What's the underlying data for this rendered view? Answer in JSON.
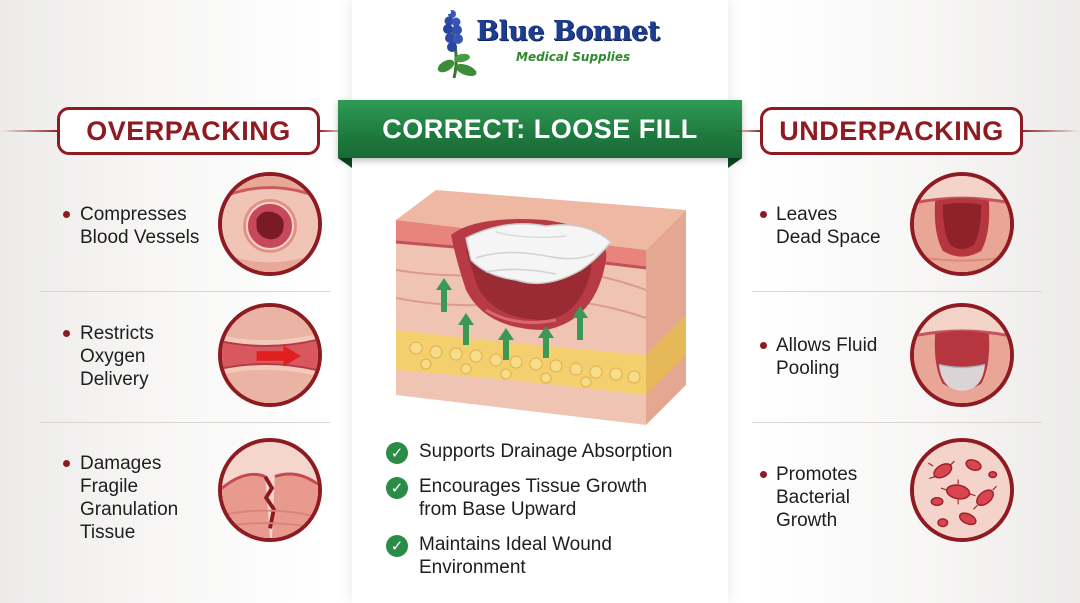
{
  "logo": {
    "title": "Blue Bonnet",
    "subtitle": "Medical Supplies"
  },
  "overpacking": {
    "heading": "OVERPACKING",
    "items": [
      {
        "lines": [
          "Compresses",
          "Blood Vessels"
        ],
        "icon": "compressed-vessel-icon"
      },
      {
        "lines": [
          "Restricts",
          "Oxygen",
          "Delivery"
        ],
        "icon": "restricted-flow-icon"
      },
      {
        "lines": [
          "Damages",
          "Fragile",
          "Granulation",
          "Tissue"
        ],
        "icon": "torn-tissue-icon"
      }
    ]
  },
  "correct": {
    "heading": "CORRECT: LOOSE FILL",
    "illustration": "loose-gauze-wound-icon",
    "benefits": [
      {
        "lines": [
          "Supports Drainage Absorption"
        ]
      },
      {
        "lines": [
          "Encourages Tissue Growth",
          "from Base Upward"
        ]
      },
      {
        "lines": [
          "Maintains Ideal Wound",
          "Environment"
        ]
      }
    ]
  },
  "underpacking": {
    "heading": "UNDERPACKING",
    "items": [
      {
        "lines": [
          "Leaves",
          "Dead Space"
        ],
        "icon": "dead-space-icon"
      },
      {
        "lines": [
          "Allows Fluid",
          "Pooling"
        ],
        "icon": "fluid-pooling-icon"
      },
      {
        "lines": [
          "Promotes",
          "Bacterial",
          "Growth"
        ],
        "icon": "bacteria-icon"
      }
    ]
  },
  "colors": {
    "warning_red": "#8e1b22",
    "correct_green": "#1f7a3f",
    "check_green": "#2a8c47",
    "logo_blue": "#1d3d8f"
  }
}
